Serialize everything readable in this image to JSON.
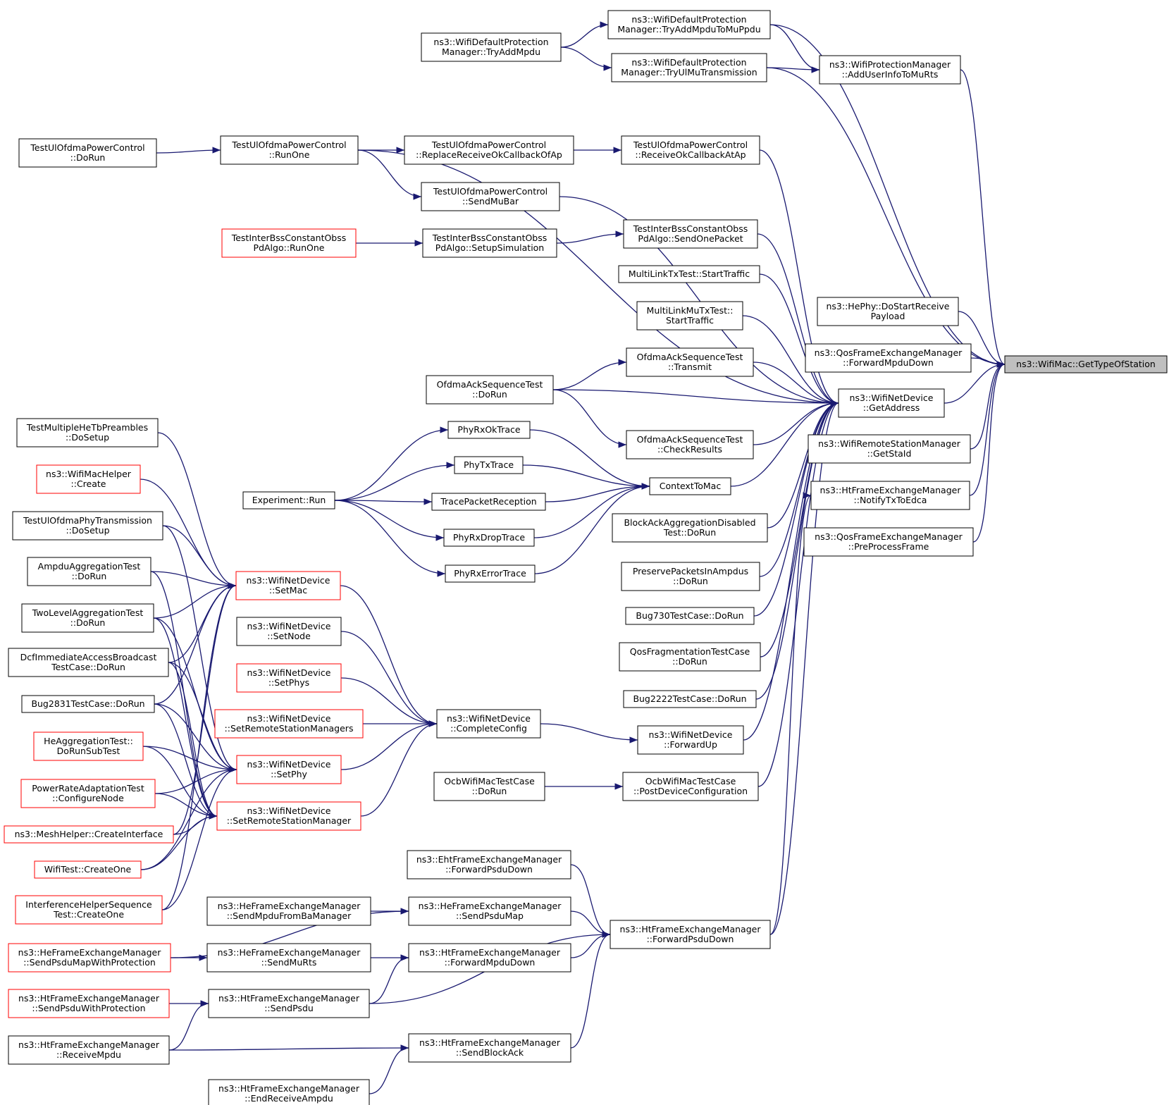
{
  "colors": {
    "edge": "#191970",
    "box_border": "#000000",
    "box_border_incomplete": "#ff0000",
    "root_fill": "#bfbfbf",
    "box_fill": "#ffffff"
  },
  "nodes": [
    {
      "id": "root",
      "lines": [
        "ns3::WifiMac::GetTypeOfStation"
      ],
      "style": "root"
    },
    {
      "id": "n1",
      "lines": [
        "ns3::WifiDefaultProtection",
        "Manager::TryAddMpduToMuPpdu"
      ]
    },
    {
      "id": "n2",
      "lines": [
        "ns3::WifiDefaultProtection",
        "Manager::TryAddMpdu"
      ]
    },
    {
      "id": "n3",
      "lines": [
        "ns3::WifiDefaultProtection",
        "Manager::TryUlMuTransmission"
      ]
    },
    {
      "id": "n4",
      "lines": [
        "ns3::WifiProtectionManager",
        "::AddUserInfoToMuRts"
      ]
    },
    {
      "id": "n5",
      "lines": [
        "TestUlOfdmaPowerControl",
        "::DoRun"
      ]
    },
    {
      "id": "n6",
      "lines": [
        "TestUlOfdmaPowerControl",
        "::RunOne"
      ]
    },
    {
      "id": "n7",
      "lines": [
        "TestUlOfdmaPowerControl",
        "::ReplaceReceiveOkCallbackOfAp"
      ]
    },
    {
      "id": "n8",
      "lines": [
        "TestUlOfdmaPowerControl",
        "::ReceiveOkCallbackAtAp"
      ]
    },
    {
      "id": "n9",
      "lines": [
        "TestUlOfdmaPowerControl",
        "::SendMuBar"
      ]
    },
    {
      "id": "n10",
      "lines": [
        "TestInterBssConstantObss",
        "PdAlgo::RunOne"
      ],
      "style": "incomplete"
    },
    {
      "id": "n11",
      "lines": [
        "TestInterBssConstantObss",
        "PdAlgo::SetupSimulation"
      ]
    },
    {
      "id": "n12",
      "lines": [
        "TestInterBssConstantObss",
        "PdAlgo::SendOnePacket"
      ]
    },
    {
      "id": "n13",
      "lines": [
        "MultiLinkTxTest::StartTraffic"
      ]
    },
    {
      "id": "n14",
      "lines": [
        "MultiLinkMuTxTest::",
        "StartTraffic"
      ]
    },
    {
      "id": "n15",
      "lines": [
        "ns3::HePhy::DoStartReceive",
        "Payload"
      ]
    },
    {
      "id": "n16",
      "lines": [
        "ns3::QosFrameExchangeManager",
        "::ForwardMpduDown"
      ]
    },
    {
      "id": "n17",
      "lines": [
        "OfdmaAckSequenceTest",
        "::Transmit"
      ]
    },
    {
      "id": "n18",
      "lines": [
        "OfdmaAckSequenceTest",
        "::DoRun"
      ]
    },
    {
      "id": "n19",
      "lines": [
        "ns3::WifiNetDevice",
        "::GetAddress"
      ]
    },
    {
      "id": "n20",
      "lines": [
        "OfdmaAckSequenceTest",
        "::CheckResults"
      ]
    },
    {
      "id": "n21",
      "lines": [
        "ns3::WifiRemoteStationManager",
        "::GetStaId"
      ]
    },
    {
      "id": "n22",
      "lines": [
        "ns3::HtFrameExchangeManager",
        "::NotifyTxToEdca"
      ]
    },
    {
      "id": "n23",
      "lines": [
        "ns3::QosFrameExchangeManager",
        "::PreProcessFrame"
      ]
    },
    {
      "id": "n24",
      "lines": [
        "TestMultipleHeTbPreambles",
        "::DoSetup"
      ]
    },
    {
      "id": "n25",
      "lines": [
        "PhyRxOkTrace"
      ]
    },
    {
      "id": "n26",
      "lines": [
        "PhyTxTrace"
      ]
    },
    {
      "id": "n27",
      "lines": [
        "ContextToMac"
      ]
    },
    {
      "id": "n28",
      "lines": [
        "ns3::WifiMacHelper",
        "::Create"
      ],
      "style": "incomplete"
    },
    {
      "id": "n29",
      "lines": [
        "Experiment::Run"
      ]
    },
    {
      "id": "n30",
      "lines": [
        "TracePacketReception"
      ]
    },
    {
      "id": "n31",
      "lines": [
        "TestUlOfdmaPhyTransmission",
        "::DoSetup"
      ]
    },
    {
      "id": "n32",
      "lines": [
        "BlockAckAggregationDisabled",
        "Test::DoRun"
      ]
    },
    {
      "id": "n33",
      "lines": [
        "PhyRxDropTrace"
      ]
    },
    {
      "id": "n34",
      "lines": [
        "AmpduAggregationTest",
        "::DoRun"
      ]
    },
    {
      "id": "n35",
      "lines": [
        "PreservePacketsInAmpdus",
        "::DoRun"
      ]
    },
    {
      "id": "n36",
      "lines": [
        "PhyRxErrorTrace"
      ]
    },
    {
      "id": "n37",
      "lines": [
        "ns3::WifiNetDevice",
        "::SetMac"
      ],
      "style": "incomplete"
    },
    {
      "id": "n38",
      "lines": [
        "TwoLevelAggregationTest",
        "::DoRun"
      ]
    },
    {
      "id": "n39",
      "lines": [
        "Bug730TestCase::DoRun"
      ]
    },
    {
      "id": "n40",
      "lines": [
        "ns3::WifiNetDevice",
        "::SetNode"
      ]
    },
    {
      "id": "n41",
      "lines": [
        "QosFragmentationTestCase",
        "::DoRun"
      ]
    },
    {
      "id": "n42",
      "lines": [
        "DcfImmediateAccessBroadcast",
        "TestCase::DoRun"
      ]
    },
    {
      "id": "n43",
      "lines": [
        "ns3::WifiNetDevice",
        "::SetPhys"
      ],
      "style": "incomplete"
    },
    {
      "id": "n44",
      "lines": [
        "Bug2831TestCase::DoRun"
      ]
    },
    {
      "id": "n45",
      "lines": [
        "Bug2222TestCase::DoRun"
      ]
    },
    {
      "id": "n46",
      "lines": [
        "ns3::WifiNetDevice",
        "::SetRemoteStationManagers"
      ],
      "style": "incomplete"
    },
    {
      "id": "n47",
      "lines": [
        "ns3::WifiNetDevice",
        "::CompleteConfig"
      ]
    },
    {
      "id": "n48",
      "lines": [
        "HeAggregationTest::",
        "DoRunSubTest"
      ],
      "style": "incomplete"
    },
    {
      "id": "n49",
      "lines": [
        "ns3::WifiNetDevice",
        "::ForwardUp"
      ]
    },
    {
      "id": "n50",
      "lines": [
        "ns3::WifiNetDevice",
        "::SetPhy"
      ],
      "style": "incomplete"
    },
    {
      "id": "n51",
      "lines": [
        "OcbWifiMacTestCase",
        "::DoRun"
      ]
    },
    {
      "id": "n52",
      "lines": [
        "OcbWifiMacTestCase",
        "::PostDeviceConfiguration"
      ]
    },
    {
      "id": "n53",
      "lines": [
        "PowerRateAdaptationTest",
        "::ConfigureNode"
      ],
      "style": "incomplete"
    },
    {
      "id": "n54",
      "lines": [
        "ns3::WifiNetDevice",
        "::SetRemoteStationManager"
      ],
      "style": "incomplete"
    },
    {
      "id": "n55",
      "lines": [
        "ns3::MeshHelper::CreateInterface"
      ],
      "style": "incomplete"
    },
    {
      "id": "n56",
      "lines": [
        "WifiTest::CreateOne"
      ],
      "style": "incomplete"
    },
    {
      "id": "n57",
      "lines": [
        "ns3::EhtFrameExchangeManager",
        "::ForwardPsduDown"
      ]
    },
    {
      "id": "n58",
      "lines": [
        "InterferenceHelperSequence",
        "Test::CreateOne"
      ],
      "style": "incomplete"
    },
    {
      "id": "n59",
      "lines": [
        "ns3::HeFrameExchangeManager",
        "::SendMpduFromBaManager"
      ]
    },
    {
      "id": "n60",
      "lines": [
        "ns3::HeFrameExchangeManager",
        "::SendPsduMap"
      ]
    },
    {
      "id": "n61",
      "lines": [
        "ns3::HtFrameExchangeManager",
        "::ForwardPsduDown"
      ]
    },
    {
      "id": "n62",
      "lines": [
        "ns3::HeFrameExchangeManager",
        "::SendPsduMapWithProtection"
      ],
      "style": "incomplete"
    },
    {
      "id": "n63",
      "lines": [
        "ns3::HeFrameExchangeManager",
        "::SendMuRts"
      ]
    },
    {
      "id": "n64",
      "lines": [
        "ns3::HtFrameExchangeManager",
        "::ForwardMpduDown"
      ]
    },
    {
      "id": "n65",
      "lines": [
        "ns3::HtFrameExchangeManager",
        "::SendPsduWithProtection"
      ],
      "style": "incomplete"
    },
    {
      "id": "n66",
      "lines": [
        "ns3::HtFrameExchangeManager",
        "::SendPsdu"
      ]
    },
    {
      "id": "n67",
      "lines": [
        "ns3::HtFrameExchangeManager",
        "::ReceiveMpdu"
      ]
    },
    {
      "id": "n68",
      "lines": [
        "ns3::HtFrameExchangeManager",
        "::SendBlockAck"
      ]
    },
    {
      "id": "n69",
      "lines": [
        "ns3::HtFrameExchangeManager",
        "::EndReceiveAmpdu"
      ]
    }
  ],
  "edges": [
    {
      "from": "n1",
      "to": "root"
    },
    {
      "from": "n2",
      "to": "n1"
    },
    {
      "from": "n3",
      "to": "root"
    },
    {
      "from": "n2",
      "to": "n3"
    },
    {
      "from": "n3",
      "to": "n4"
    },
    {
      "from": "n1",
      "to": "n4"
    },
    {
      "from": "n4",
      "to": "root"
    },
    {
      "from": "n5",
      "to": "n6"
    },
    {
      "from": "n6",
      "to": "n7"
    },
    {
      "from": "n7",
      "to": "n8"
    },
    {
      "from": "n6",
      "to": "n9"
    },
    {
      "from": "n6",
      "to": "n19"
    },
    {
      "from": "n8",
      "to": "n19"
    },
    {
      "from": "n9",
      "to": "n19"
    },
    {
      "from": "n10",
      "to": "n11"
    },
    {
      "from": "n11",
      "to": "n12"
    },
    {
      "from": "n12",
      "to": "n19"
    },
    {
      "from": "n13",
      "to": "n19"
    },
    {
      "from": "n14",
      "to": "n19"
    },
    {
      "from": "n15",
      "to": "root"
    },
    {
      "from": "n16",
      "to": "root"
    },
    {
      "from": "n18",
      "to": "n17"
    },
    {
      "from": "n17",
      "to": "n19"
    },
    {
      "from": "n18",
      "to": "n19"
    },
    {
      "from": "n18",
      "to": "n20"
    },
    {
      "from": "n20",
      "to": "n19"
    },
    {
      "from": "n19",
      "to": "root"
    },
    {
      "from": "n21",
      "to": "root"
    },
    {
      "from": "n22",
      "to": "root"
    },
    {
      "from": "n23",
      "to": "root"
    },
    {
      "from": "n29",
      "to": "n25"
    },
    {
      "from": "n29",
      "to": "n26"
    },
    {
      "from": "n29",
      "to": "n30"
    },
    {
      "from": "n29",
      "to": "n33"
    },
    {
      "from": "n29",
      "to": "n36"
    },
    {
      "from": "n25",
      "to": "n27"
    },
    {
      "from": "n26",
      "to": "n27"
    },
    {
      "from": "n30",
      "to": "n27"
    },
    {
      "from": "n33",
      "to": "n27"
    },
    {
      "from": "n36",
      "to": "n27"
    },
    {
      "from": "n27",
      "to": "n19"
    },
    {
      "from": "n32",
      "to": "n19"
    },
    {
      "from": "n35",
      "to": "n19"
    },
    {
      "from": "n39",
      "to": "n19"
    },
    {
      "from": "n41",
      "to": "n19"
    },
    {
      "from": "n45",
      "to": "n19"
    },
    {
      "from": "n49",
      "to": "n19"
    },
    {
      "from": "n52",
      "to": "n19"
    },
    {
      "from": "n61",
      "to": "n19"
    },
    {
      "from": "n24",
      "to": "n37"
    },
    {
      "from": "n28",
      "to": "n37"
    },
    {
      "from": "n31",
      "to": "n37"
    },
    {
      "from": "n34",
      "to": "n37"
    },
    {
      "from": "n38",
      "to": "n37"
    },
    {
      "from": "n42",
      "to": "n37"
    },
    {
      "from": "n44",
      "to": "n37"
    },
    {
      "from": "n55",
      "to": "n37"
    },
    {
      "from": "n58",
      "to": "n37"
    },
    {
      "from": "n37",
      "to": "n47"
    },
    {
      "from": "n40",
      "to": "n47"
    },
    {
      "from": "n43",
      "to": "n47"
    },
    {
      "from": "n46",
      "to": "n47"
    },
    {
      "from": "n50",
      "to": "n47"
    },
    {
      "from": "n54",
      "to": "n47"
    },
    {
      "from": "n47",
      "to": "n49"
    },
    {
      "from": "n31",
      "to": "n50"
    },
    {
      "from": "n38",
      "to": "n50"
    },
    {
      "from": "n42",
      "to": "n50"
    },
    {
      "from": "n44",
      "to": "n50"
    },
    {
      "from": "n48",
      "to": "n50"
    },
    {
      "from": "n53",
      "to": "n50"
    },
    {
      "from": "n56",
      "to": "n50"
    },
    {
      "from": "n58",
      "to": "n50"
    },
    {
      "from": "n34",
      "to": "n54"
    },
    {
      "from": "n38",
      "to": "n54"
    },
    {
      "from": "n42",
      "to": "n54"
    },
    {
      "from": "n44",
      "to": "n54"
    },
    {
      "from": "n48",
      "to": "n54"
    },
    {
      "from": "n53",
      "to": "n54"
    },
    {
      "from": "n55",
      "to": "n54"
    },
    {
      "from": "n56",
      "to": "n54"
    },
    {
      "from": "n51",
      "to": "n52"
    },
    {
      "from": "n57",
      "to": "n61"
    },
    {
      "from": "n59",
      "to": "n60"
    },
    {
      "from": "n62",
      "to": "n60"
    },
    {
      "from": "n60",
      "to": "n61"
    },
    {
      "from": "n62",
      "to": "n63"
    },
    {
      "from": "n63",
      "to": "n64"
    },
    {
      "from": "n64",
      "to": "n61"
    },
    {
      "from": "n65",
      "to": "n66"
    },
    {
      "from": "n67",
      "to": "n66"
    },
    {
      "from": "n66",
      "to": "n64"
    },
    {
      "from": "n66",
      "to": "n61"
    },
    {
      "from": "n67",
      "to": "n68"
    },
    {
      "from": "n69",
      "to": "n68"
    },
    {
      "from": "n68",
      "to": "n61"
    },
    {
      "from": "n61",
      "to": "n22"
    }
  ]
}
